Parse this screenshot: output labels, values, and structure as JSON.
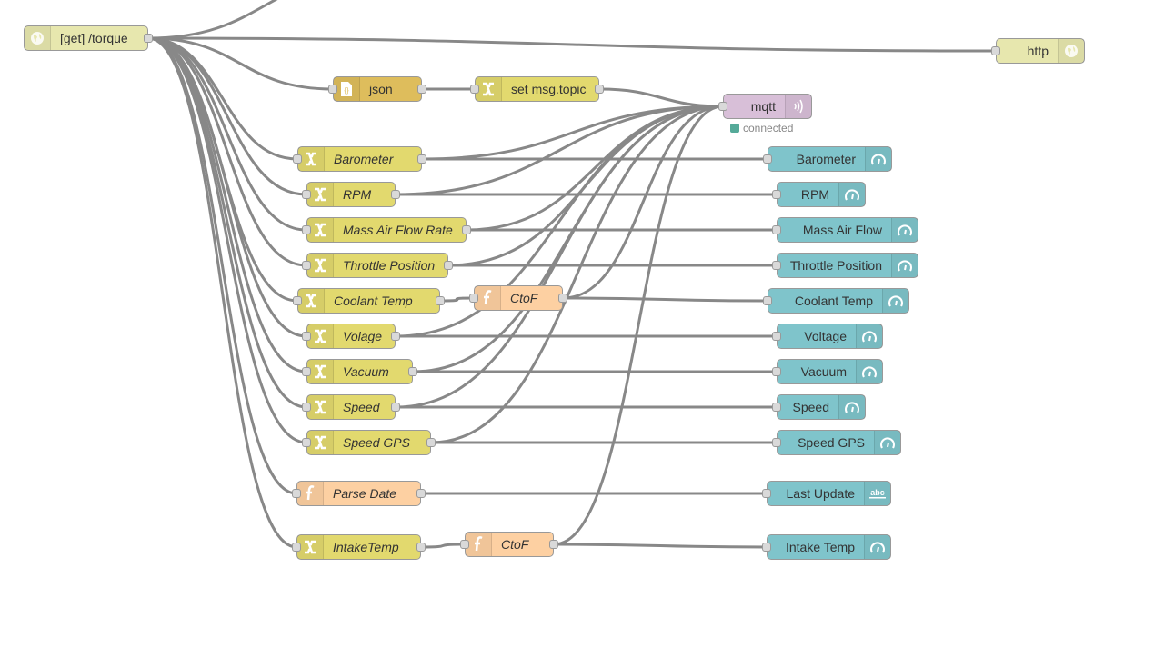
{
  "colors": {
    "http": "#e7e7ae",
    "json": "#debd5c",
    "change": "#e2d96e",
    "mqtt": "#d8bfd8",
    "function": "#fdd0a2",
    "dashboard": "#7fc4cb",
    "wire": "#888888",
    "status_connected": "#55aa99"
  },
  "nodes": {
    "http_in": {
      "label": "[get] /torque",
      "icon": "globe-icon"
    },
    "http_response": {
      "label": "http",
      "icon": "globe-icon"
    },
    "json": {
      "label": "json",
      "icon": "braces-icon"
    },
    "set_topic": {
      "label": "set msg.topic",
      "icon": "shuffle-icon"
    },
    "mqtt": {
      "label": "mqtt",
      "icon": "wireless-icon",
      "status": "connected"
    },
    "changes": [
      {
        "label": "Barometer"
      },
      {
        "label": "RPM"
      },
      {
        "label": "Mass Air Flow Rate"
      },
      {
        "label": "Throttle Position"
      },
      {
        "label": "Coolant Temp"
      },
      {
        "label": "Volage"
      },
      {
        "label": "Vacuum"
      },
      {
        "label": "Speed"
      },
      {
        "label": "Speed GPS"
      },
      {
        "label": "IntakeTemp"
      }
    ],
    "functions": [
      {
        "label": "CtoF"
      },
      {
        "label": "Parse Date"
      },
      {
        "label": "CtoF"
      }
    ],
    "gauges": [
      {
        "label": "Barometer",
        "icon": "gauge-icon"
      },
      {
        "label": "RPM",
        "icon": "gauge-icon"
      },
      {
        "label": "Mass Air Flow",
        "icon": "gauge-icon"
      },
      {
        "label": "Throttle Position",
        "icon": "gauge-icon"
      },
      {
        "label": "Coolant Temp",
        "icon": "gauge-icon"
      },
      {
        "label": "Voltage",
        "icon": "gauge-icon"
      },
      {
        "label": "Vacuum",
        "icon": "gauge-icon"
      },
      {
        "label": "Speed",
        "icon": "gauge-icon"
      },
      {
        "label": "Speed GPS",
        "icon": "gauge-icon"
      },
      {
        "label": "Last Update",
        "icon": "text-icon"
      },
      {
        "label": "Intake Temp",
        "icon": "gauge-icon"
      }
    ],
    "text_icon_label": "abc"
  }
}
